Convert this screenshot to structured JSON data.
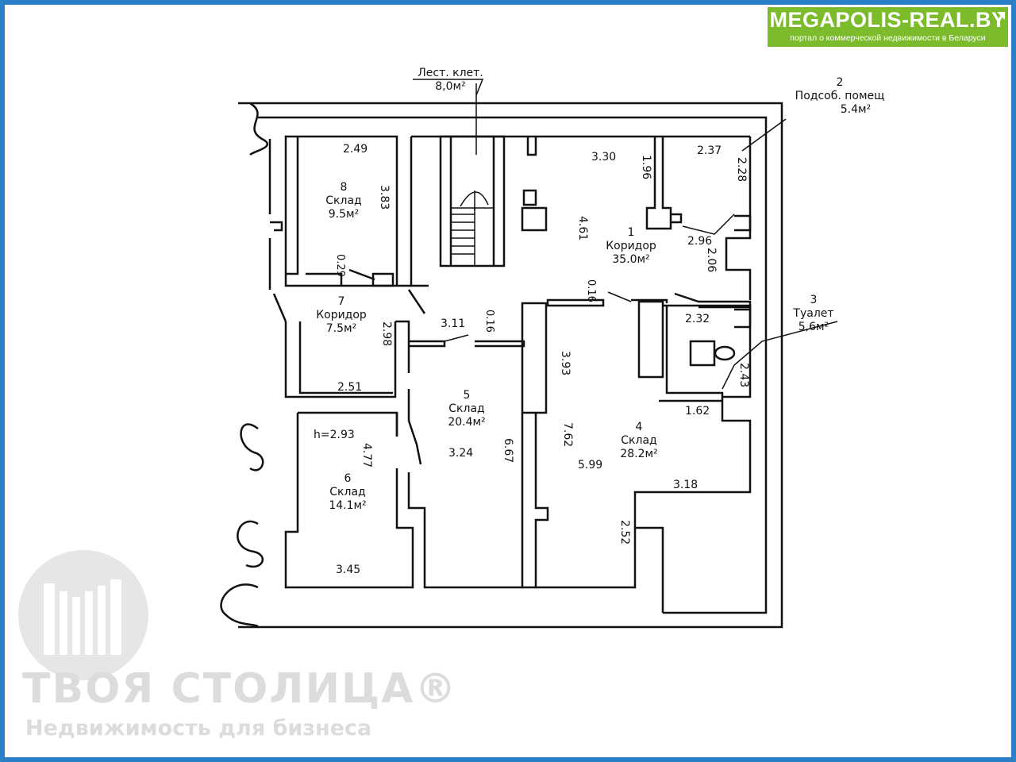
{
  "header": {
    "site_name": "MEGAPOLIS-REAL.BY",
    "site_tagline": "портал о коммерческой недвижимости в Беларуси"
  },
  "watermark": {
    "title": "ТВОЯ СТОЛИЦА®",
    "subtitle": "Недвижимость для бизнеса"
  },
  "callouts": {
    "stair": {
      "name": "Лест. клет.",
      "area": "8,0м²"
    },
    "utility": {
      "number": "2",
      "name": "Подсоб. помещ",
      "area": "5.4м²"
    },
    "toilet": {
      "number": "3",
      "name": "Туалет",
      "area": "5,6м²"
    }
  },
  "rooms": {
    "r1": {
      "number": "1",
      "name": "Коридор",
      "area": "35.0м²"
    },
    "r4": {
      "number": "4",
      "name": "Склад",
      "area": "28.2м²"
    },
    "r5": {
      "number": "5",
      "name": "Склад",
      "area": "20.4м²"
    },
    "r6": {
      "number": "6",
      "name": "Склад",
      "area": "14.1м²"
    },
    "r7": {
      "number": "7",
      "name": "Коридор",
      "area": "7.5м²"
    },
    "r8": {
      "number": "8",
      "name": "Склад",
      "area": "9.5м²"
    }
  },
  "dimensions": {
    "d_2_49": "2.49",
    "d_3_83": "3.83",
    "d_0_29": "0.29",
    "d_3_30": "3.30",
    "d_1_96": "1.96",
    "d_2_37": "2.37",
    "d_2_28": "2.28",
    "d_4_61": "4.61",
    "d_2_96": "2.96",
    "d_2_06": "2.06",
    "d_0_16a": "0.16",
    "d_0_16b": "0.16",
    "d_3_11": "3.11",
    "d_2_98": "2.98",
    "d_2_51": "2.51",
    "d_2_32": "2.32",
    "d_2_43": "2.43",
    "d_3_93": "3.93",
    "d_1_62": "1.62",
    "d_7_62": "7.62",
    "d_5_99": "5.99",
    "d_3_18": "3.18",
    "d_2_52": "2.52",
    "d_3_24": "3.24",
    "d_6_67": "6.67",
    "d_h": "h=2.93",
    "d_4_77": "4.77",
    "d_3_45": "3.45"
  }
}
